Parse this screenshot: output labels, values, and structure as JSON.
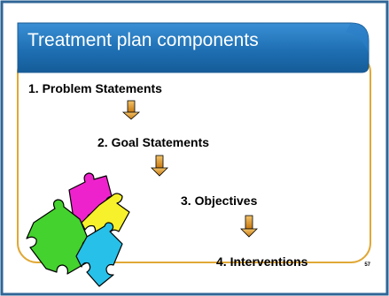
{
  "slide": {
    "title": "Treatment plan components",
    "page_number": "57",
    "colors": {
      "frame": "#2f6596",
      "title_bar": "#1e6fb3",
      "content_border": "#e0a835",
      "arrow_fill": "#d68a1c"
    }
  },
  "steps": [
    {
      "label": "1.  Problem Statements"
    },
    {
      "label": "2.  Goal Statements"
    },
    {
      "label": "3. Objectives"
    },
    {
      "label": "4. Interventions"
    }
  ],
  "image": {
    "icon": "puzzle-pieces-icon"
  }
}
